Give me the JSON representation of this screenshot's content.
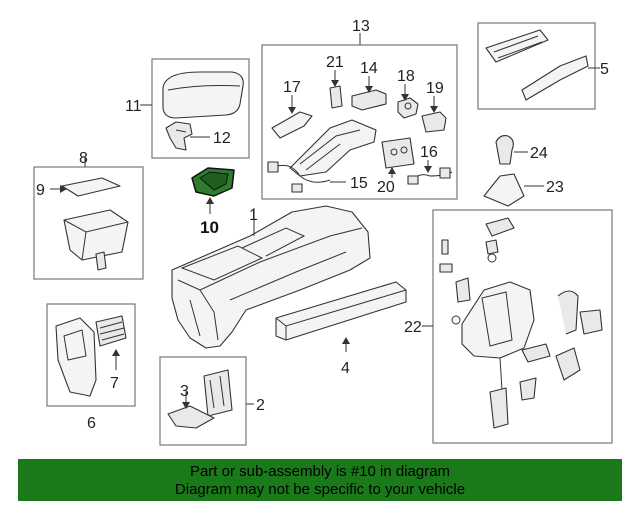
{
  "labels": {
    "l1": "1",
    "l2": "2",
    "l3": "3",
    "l4": "4",
    "l5": "5",
    "l6": "6",
    "l7": "7",
    "l8": "8",
    "l9": "9",
    "l10": "10",
    "l11": "11",
    "l12": "12",
    "l13": "13",
    "l14": "14",
    "l15": "15",
    "l16": "16",
    "l17": "17",
    "l18": "18",
    "l19": "19",
    "l20": "20",
    "l21": "21",
    "l22": "22",
    "l23": "23",
    "l24": "24"
  },
  "highlight_color": "#2e7d2e",
  "banner": {
    "line1": "Part or sub-assembly is #10 in diagram",
    "line2": "Diagram may not be specific to your vehicle",
    "color": "#1a7a1a"
  }
}
